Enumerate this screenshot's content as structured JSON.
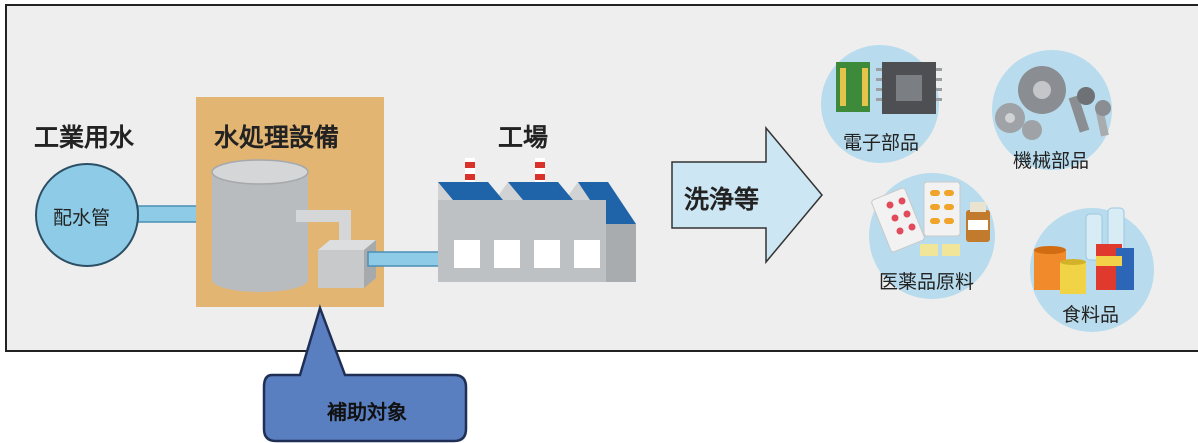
{
  "labels": {
    "industrial_water": "工業用水",
    "water_treatment": "水処理設備",
    "factory": "工場",
    "distribution_pipe": "配水管",
    "washing": "洗浄等",
    "subsidy_target": "補助対象"
  },
  "products": [
    {
      "label": "電子部品",
      "icon": "microchip-icon"
    },
    {
      "label": "機械部品",
      "icon": "gears-screws-icon"
    },
    {
      "label": "医薬品原料",
      "icon": "pills-icon"
    },
    {
      "label": "食料品",
      "icon": "food-cans-icon"
    }
  ],
  "colors": {
    "panel_bg": "#eeeeee",
    "pipe_circle": "#8ecbe6",
    "treatment_bg": "#e3b573",
    "tank": "#b9bcbf",
    "factory_roof": "#1f63a8",
    "chimney_stripe": "#d8322b",
    "arrow": "#cde6f3",
    "callout": "#5a7fc0",
    "product_circle": "#b8dced"
  }
}
